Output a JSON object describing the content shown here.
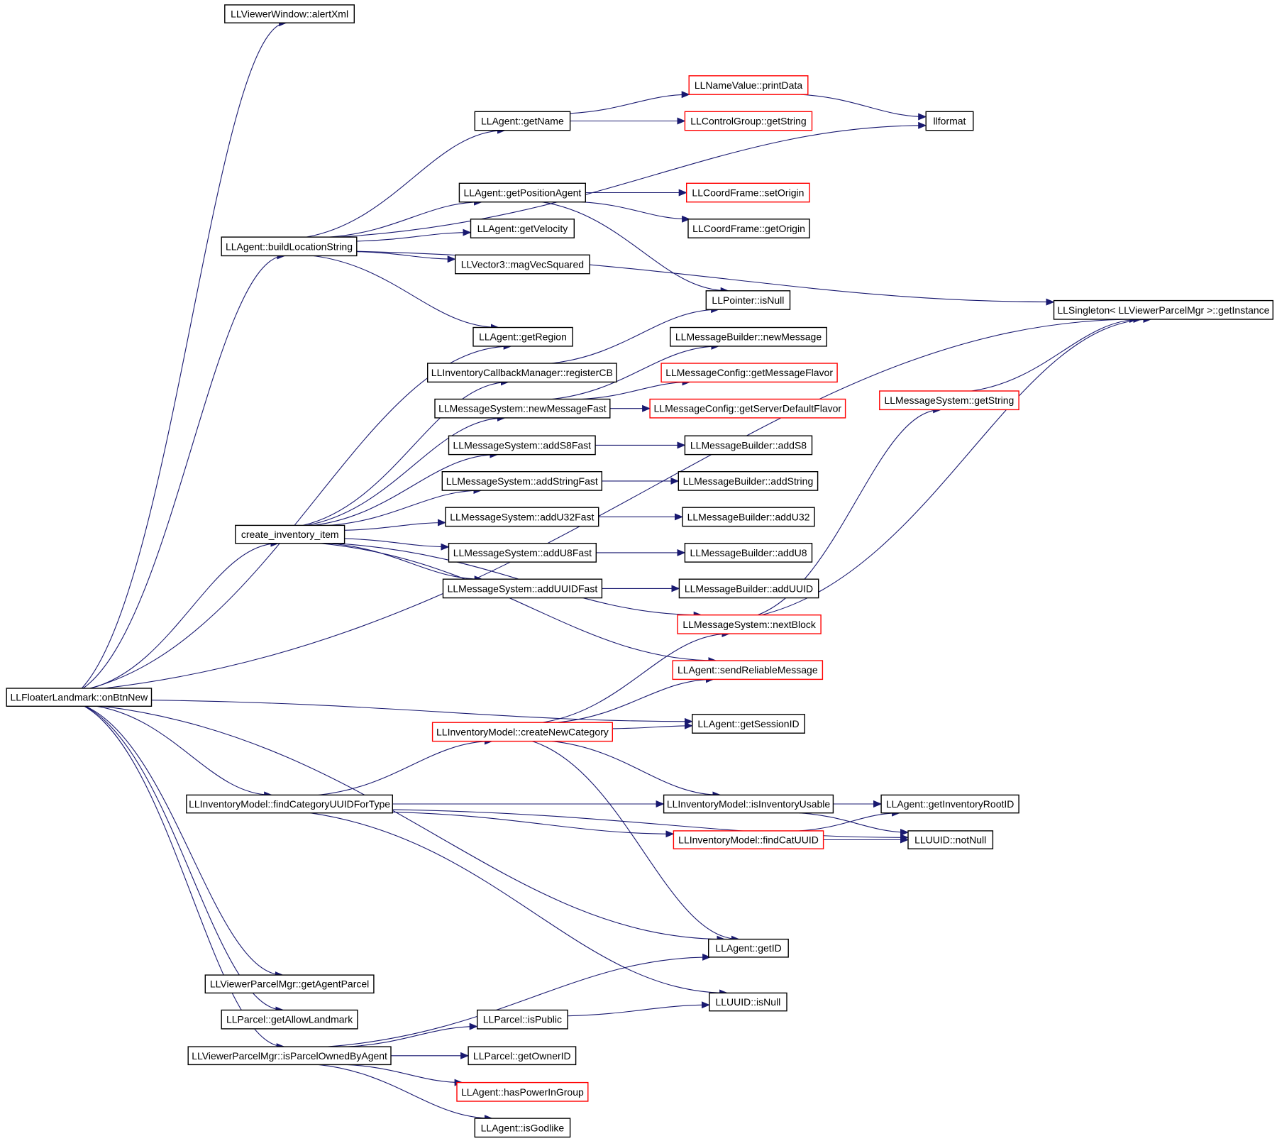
{
  "colors": {
    "edge": "#191970",
    "node_border": "#000000",
    "node_border_truncated": "#ff0000",
    "root_fill": "#bfbfbf"
  },
  "nodes": [
    {
      "id": "root",
      "label": "LLFloaterLandmark::onBtnNew",
      "kind": "root"
    },
    {
      "id": "n1",
      "label": "LLViewerWindow::alertXml",
      "kind": "normal"
    },
    {
      "id": "n2",
      "label": "LLAgent::buildLocationString",
      "kind": "normal"
    },
    {
      "id": "n3",
      "label": "LLAgent::getName",
      "kind": "normal"
    },
    {
      "id": "n4",
      "label": "LLNameValue::printData",
      "kind": "truncated"
    },
    {
      "id": "n5",
      "label": "LLControlGroup::getString",
      "kind": "truncated"
    },
    {
      "id": "n6",
      "label": "llformat",
      "kind": "normal"
    },
    {
      "id": "n7",
      "label": "LLAgent::getPositionAgent",
      "kind": "normal"
    },
    {
      "id": "n8",
      "label": "LLCoordFrame::setOrigin",
      "kind": "truncated"
    },
    {
      "id": "n9",
      "label": "LLCoordFrame::getOrigin",
      "kind": "normal"
    },
    {
      "id": "n10",
      "label": "LLAgent::getVelocity",
      "kind": "normal"
    },
    {
      "id": "n11",
      "label": "LLVector3::magVecSquared",
      "kind": "normal"
    },
    {
      "id": "n12",
      "label": "LLPointer::isNull",
      "kind": "normal"
    },
    {
      "id": "n13",
      "label": "LLSingleton< LLViewerParcelMgr >::getInstance",
      "kind": "normal"
    },
    {
      "id": "n14",
      "label": "LLAgent::getRegion",
      "kind": "normal"
    },
    {
      "id": "n15",
      "label": "LLMessageBuilder::newMessage",
      "kind": "normal"
    },
    {
      "id": "n16",
      "label": "LLInventoryCallbackManager::registerCB",
      "kind": "normal"
    },
    {
      "id": "n17",
      "label": "LLMessageConfig::getMessageFlavor",
      "kind": "truncated"
    },
    {
      "id": "n18",
      "label": "LLMessageSystem::getString",
      "kind": "truncated"
    },
    {
      "id": "n19",
      "label": "LLMessageSystem::newMessageFast",
      "kind": "normal"
    },
    {
      "id": "n20",
      "label": "LLMessageConfig::getServerDefaultFlavor",
      "kind": "truncated"
    },
    {
      "id": "n21",
      "label": "LLMessageSystem::addS8Fast",
      "kind": "normal"
    },
    {
      "id": "n22",
      "label": "LLMessageBuilder::addS8",
      "kind": "normal"
    },
    {
      "id": "n23",
      "label": "LLMessageSystem::addStringFast",
      "kind": "normal"
    },
    {
      "id": "n24",
      "label": "LLMessageBuilder::addString",
      "kind": "normal"
    },
    {
      "id": "n25",
      "label": "create_inventory_item",
      "kind": "normal"
    },
    {
      "id": "n26",
      "label": "LLMessageSystem::addU32Fast",
      "kind": "normal"
    },
    {
      "id": "n27",
      "label": "LLMessageBuilder::addU32",
      "kind": "normal"
    },
    {
      "id": "n28",
      "label": "LLMessageSystem::addU8Fast",
      "kind": "normal"
    },
    {
      "id": "n29",
      "label": "LLMessageBuilder::addU8",
      "kind": "normal"
    },
    {
      "id": "n30",
      "label": "LLMessageSystem::addUUIDFast",
      "kind": "normal"
    },
    {
      "id": "n31",
      "label": "LLMessageBuilder::addUUID",
      "kind": "normal"
    },
    {
      "id": "n32",
      "label": "LLMessageSystem::nextBlock",
      "kind": "truncated"
    },
    {
      "id": "n33",
      "label": "LLAgent::sendReliableMessage",
      "kind": "truncated"
    },
    {
      "id": "n34",
      "label": "LLAgent::getSessionID",
      "kind": "normal"
    },
    {
      "id": "n35",
      "label": "LLInventoryModel::createNewCategory",
      "kind": "truncated"
    },
    {
      "id": "n36",
      "label": "LLInventoryModel::findCategoryUUIDForType",
      "kind": "normal"
    },
    {
      "id": "n37",
      "label": "LLInventoryModel::isInventoryUsable",
      "kind": "normal"
    },
    {
      "id": "n38",
      "label": "LLAgent::getInventoryRootID",
      "kind": "normal"
    },
    {
      "id": "n39",
      "label": "LLInventoryModel::findCatUUID",
      "kind": "truncated"
    },
    {
      "id": "n40",
      "label": "LLUUID::notNull",
      "kind": "normal"
    },
    {
      "id": "n41",
      "label": "LLAgent::getID",
      "kind": "normal"
    },
    {
      "id": "n42",
      "label": "LLViewerParcelMgr::getAgentParcel",
      "kind": "normal"
    },
    {
      "id": "n43",
      "label": "LLUUID::isNull",
      "kind": "normal"
    },
    {
      "id": "n44",
      "label": "LLParcel::getAllowLandmark",
      "kind": "normal"
    },
    {
      "id": "n45",
      "label": "LLParcel::isPublic",
      "kind": "normal"
    },
    {
      "id": "n46",
      "label": "LLViewerParcelMgr::isParcelOwnedByAgent",
      "kind": "normal"
    },
    {
      "id": "n47",
      "label": "LLParcel::getOwnerID",
      "kind": "normal"
    },
    {
      "id": "n48",
      "label": "LLAgent::hasPowerInGroup",
      "kind": "truncated"
    },
    {
      "id": "n49",
      "label": "LLAgent::isGodlike",
      "kind": "normal"
    }
  ],
  "edges": [
    [
      "root",
      "n1"
    ],
    [
      "root",
      "n2"
    ],
    [
      "root",
      "n13"
    ],
    [
      "root",
      "n14"
    ],
    [
      "root",
      "n25"
    ],
    [
      "root",
      "n34"
    ],
    [
      "root",
      "n36"
    ],
    [
      "root",
      "n41"
    ],
    [
      "root",
      "n42"
    ],
    [
      "root",
      "n44"
    ],
    [
      "root",
      "n46"
    ],
    [
      "n2",
      "n3"
    ],
    [
      "n2",
      "n6"
    ],
    [
      "n2",
      "n7"
    ],
    [
      "n2",
      "n10"
    ],
    [
      "n2",
      "n11"
    ],
    [
      "n2",
      "n13"
    ],
    [
      "n2",
      "n14"
    ],
    [
      "n3",
      "n4"
    ],
    [
      "n3",
      "n5"
    ],
    [
      "n4",
      "n6"
    ],
    [
      "n7",
      "n8"
    ],
    [
      "n7",
      "n9"
    ],
    [
      "n7",
      "n12"
    ],
    [
      "n16",
      "n12"
    ],
    [
      "n25",
      "n16"
    ],
    [
      "n25",
      "n19"
    ],
    [
      "n25",
      "n21"
    ],
    [
      "n25",
      "n23"
    ],
    [
      "n25",
      "n26"
    ],
    [
      "n25",
      "n28"
    ],
    [
      "n25",
      "n30"
    ],
    [
      "n25",
      "n32"
    ],
    [
      "n25",
      "n33"
    ],
    [
      "n19",
      "n15"
    ],
    [
      "n19",
      "n17"
    ],
    [
      "n19",
      "n20"
    ],
    [
      "n21",
      "n22"
    ],
    [
      "n23",
      "n24"
    ],
    [
      "n26",
      "n27"
    ],
    [
      "n28",
      "n29"
    ],
    [
      "n30",
      "n31"
    ],
    [
      "n32",
      "n18"
    ],
    [
      "n32",
      "n13"
    ],
    [
      "n18",
      "n13"
    ],
    [
      "n35",
      "n32"
    ],
    [
      "n35",
      "n33"
    ],
    [
      "n35",
      "n34"
    ],
    [
      "n35",
      "n37"
    ],
    [
      "n35",
      "n41"
    ],
    [
      "n36",
      "n35"
    ],
    [
      "n36",
      "n37"
    ],
    [
      "n36",
      "n38"
    ],
    [
      "n36",
      "n39"
    ],
    [
      "n36",
      "n40"
    ],
    [
      "n36",
      "n43"
    ],
    [
      "n37",
      "n38"
    ],
    [
      "n37",
      "n40"
    ],
    [
      "n39",
      "n38"
    ],
    [
      "n39",
      "n40"
    ],
    [
      "n45",
      "n43"
    ],
    [
      "n46",
      "n41"
    ],
    [
      "n46",
      "n45"
    ],
    [
      "n46",
      "n47"
    ],
    [
      "n46",
      "n48"
    ],
    [
      "n46",
      "n49"
    ]
  ]
}
